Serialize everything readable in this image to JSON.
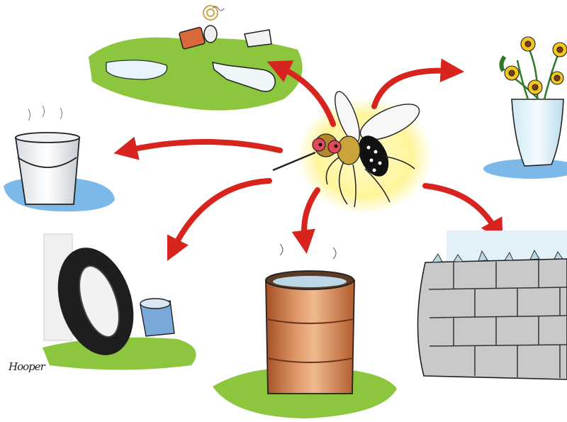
{
  "illustration": {
    "subject": "mosquito-breeding-sites",
    "artist_signature": "Hooper",
    "colors": {
      "arrow": "#d8241f",
      "grass": "#8cc63f",
      "water": "#7db9e8",
      "mosquito_glow": "#fff7a8",
      "barrel": "#c8703f",
      "wall": "#c9c9cb",
      "tire": "#1e1e1e"
    },
    "breeding_sites": [
      {
        "name": "litter-bottles-cans"
      },
      {
        "name": "flower-vase"
      },
      {
        "name": "bucket"
      },
      {
        "name": "old-tire"
      },
      {
        "name": "oil-drum-barrel"
      },
      {
        "name": "brick-wall-with-broken-glass"
      }
    ]
  }
}
